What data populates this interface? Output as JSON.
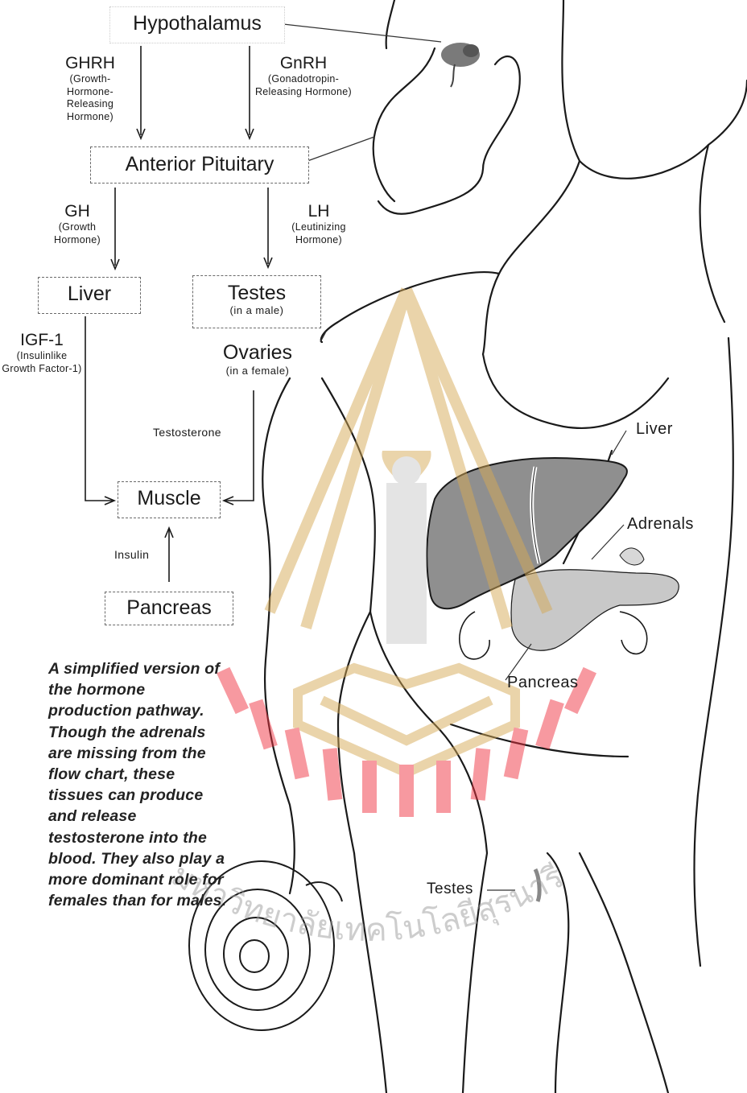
{
  "colors": {
    "ink": "#1a1a1a",
    "liver_fill": "#8f8f8f",
    "pancreas_fill": "#c8c8c8",
    "watermark_gold": "#d4a855",
    "watermark_red": "#ef3340"
  },
  "flow": {
    "hypothalamus": "Hypothalamus",
    "anterior_pituitary": "Anterior Pituitary",
    "liver": "Liver",
    "testes": {
      "name": "Testes",
      "note": "(in a male)"
    },
    "ovaries": {
      "name": "Ovaries",
      "note": "(in a female)"
    },
    "muscle": "Muscle",
    "pancreas": "Pancreas"
  },
  "hormones": {
    "ghrh": {
      "abbr": "GHRH",
      "full": "(Growth-Hormone-Releasing Hormone)"
    },
    "gnrh": {
      "abbr": "GnRH",
      "full": "(Gonadotropin-Releasing Hormone)"
    },
    "gh": {
      "abbr": "GH",
      "full": "(Growth Hormone)"
    },
    "lh": {
      "abbr": "LH",
      "full": "(Leutinizing Hormone)"
    },
    "igf1": {
      "abbr": "IGF-1",
      "full": "(Insulinlike Growth Factor-1)"
    },
    "testosterone": "Testosterone",
    "insulin": "Insulin"
  },
  "anatomy_labels": {
    "liver": "Liver",
    "adrenals": "Adrenals",
    "pancreas": "Pancreas",
    "testes": "Testes"
  },
  "caption": "A simplified version of the hormone production pathway. Though the adrenals are missing from the flow chart, these tissues can produce and release testosterone into the blood. They also play a more dominant role for females than for males.",
  "watermark_text": "มหาวิทยาลัยเทคโนโลยีสุรนารี"
}
